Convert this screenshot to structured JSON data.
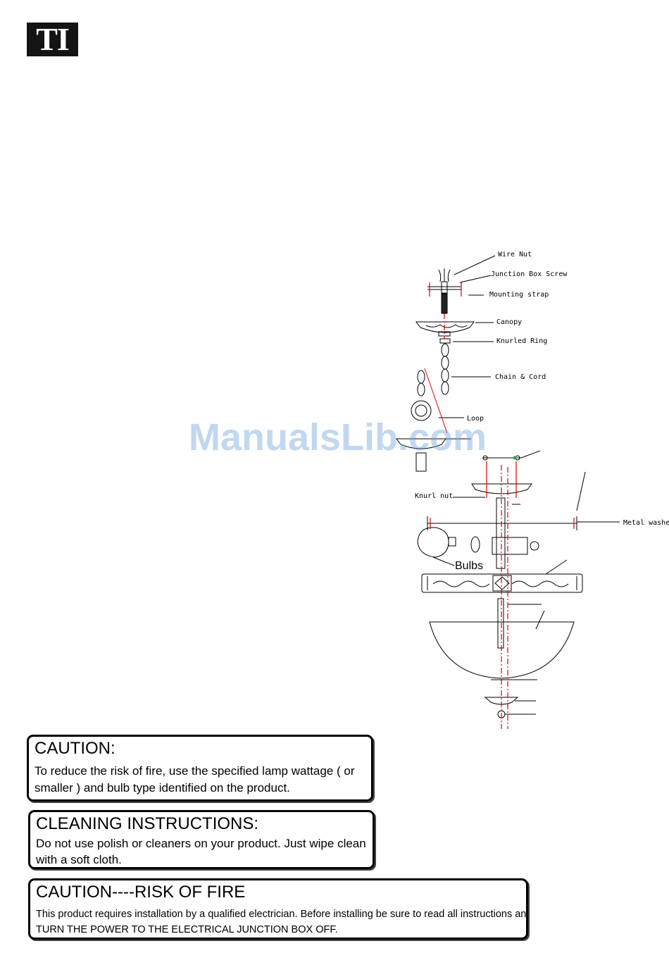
{
  "logo": {
    "text": "TI"
  },
  "watermark": "ManualsLib.com",
  "diagram": {
    "labels": {
      "wire_nut": "Wire Nut",
      "junction_box_screw": "Junction Box Screw",
      "mounting_strap": "Mounting strap",
      "canopy": "Canopy",
      "knurled_ring": "Knurled Ring",
      "chain_cord": "Chain & Cord",
      "loop": "Loop",
      "knurl_nut": "Knurl nut",
      "metal_washer": "Metal washe",
      "bulbs": "Bulbs"
    },
    "colors": {
      "centerline": "#e00000",
      "accent": "#19b34a"
    }
  },
  "notices": [
    {
      "title": "CAUTION:",
      "body": "To reduce the risk of fire, use the specified lamp wattage ( or smaller ) and bulb type identified on the product."
    },
    {
      "title": "CLEANING INSTRUCTIONS:",
      "body": "Do not use polish or cleaners on your product. Just wipe clean with a soft cloth."
    },
    {
      "title": "CAUTION----RISK OF FIRE",
      "line1": "This product requires installation by a qualified electrician. Before installing be sure to read all instructions and",
      "line2": "TURN THE POWER TO THE ELECTRICAL JUNCTION BOX OFF."
    }
  ]
}
